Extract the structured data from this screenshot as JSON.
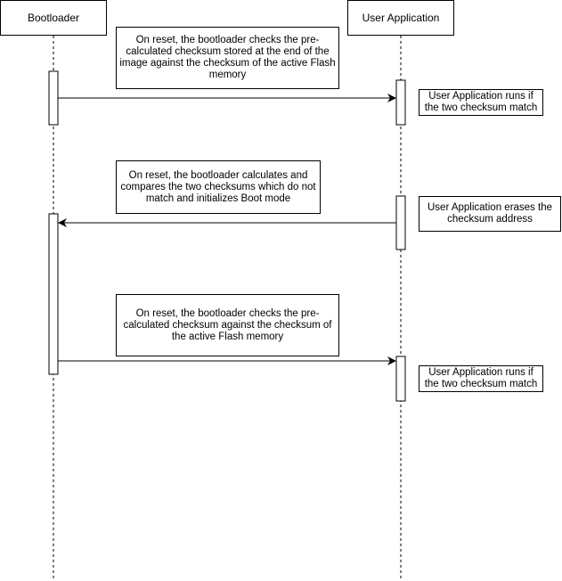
{
  "participants": {
    "bootloader": {
      "label": "Bootloader"
    },
    "user_app": {
      "label": "User Application"
    }
  },
  "notes": [
    {
      "text": "On reset, the bootloader checks the pre-calculated checksum stored at the end of the image against the checksum of the active Flash memory"
    },
    {
      "text": "User Application runs if the two checksum match"
    },
    {
      "text": "On reset, the bootloader calculates and compares the two checksums which do not match and initializes Boot mode"
    },
    {
      "text": "User Application erases the checksum address"
    },
    {
      "text": "On reset, the bootloader checks the pre-calculated checksum against the checksum of the active Flash memory"
    },
    {
      "text": "User Application runs if the two checksum match"
    }
  ],
  "messages": [
    {
      "from": "Bootloader",
      "to": "User Application"
    },
    {
      "from": "User Application",
      "to": "Bootloader"
    },
    {
      "from": "Bootloader",
      "to": "User Application"
    }
  ],
  "colors": {
    "line": "#000000",
    "fill": "#ffffff"
  }
}
